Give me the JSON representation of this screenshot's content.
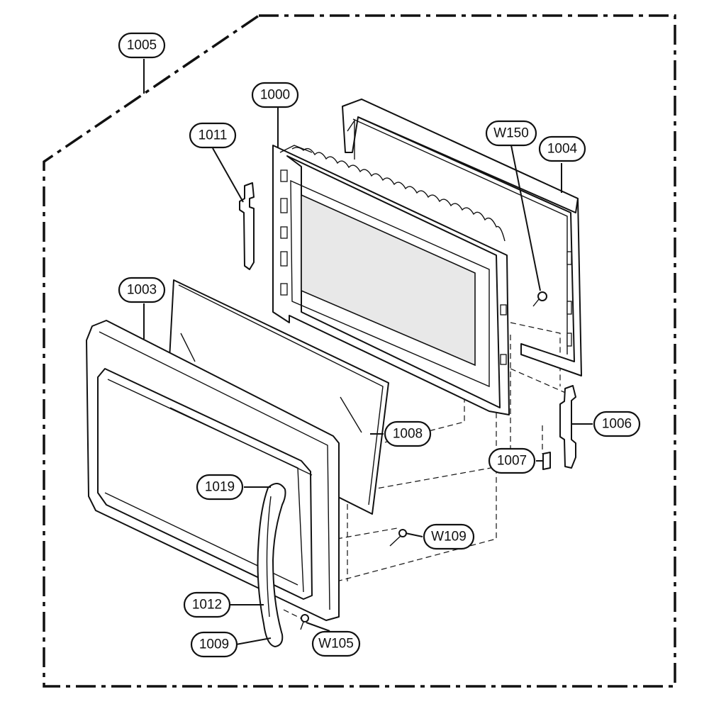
{
  "callouts": [
    {
      "id": "1005",
      "label": "1005"
    },
    {
      "id": "1000",
      "label": "1000"
    },
    {
      "id": "1011",
      "label": "1011"
    },
    {
      "id": "W150",
      "label": "W150"
    },
    {
      "id": "1004",
      "label": "1004"
    },
    {
      "id": "1003",
      "label": "1003"
    },
    {
      "id": "1008",
      "label": "1008"
    },
    {
      "id": "1006",
      "label": "1006"
    },
    {
      "id": "1007",
      "label": "1007"
    },
    {
      "id": "1019",
      "label": "1019"
    },
    {
      "id": "W109",
      "label": "W109"
    },
    {
      "id": "1012",
      "label": "1012"
    },
    {
      "id": "1009",
      "label": "1009"
    },
    {
      "id": "W105",
      "label": "W105"
    }
  ]
}
